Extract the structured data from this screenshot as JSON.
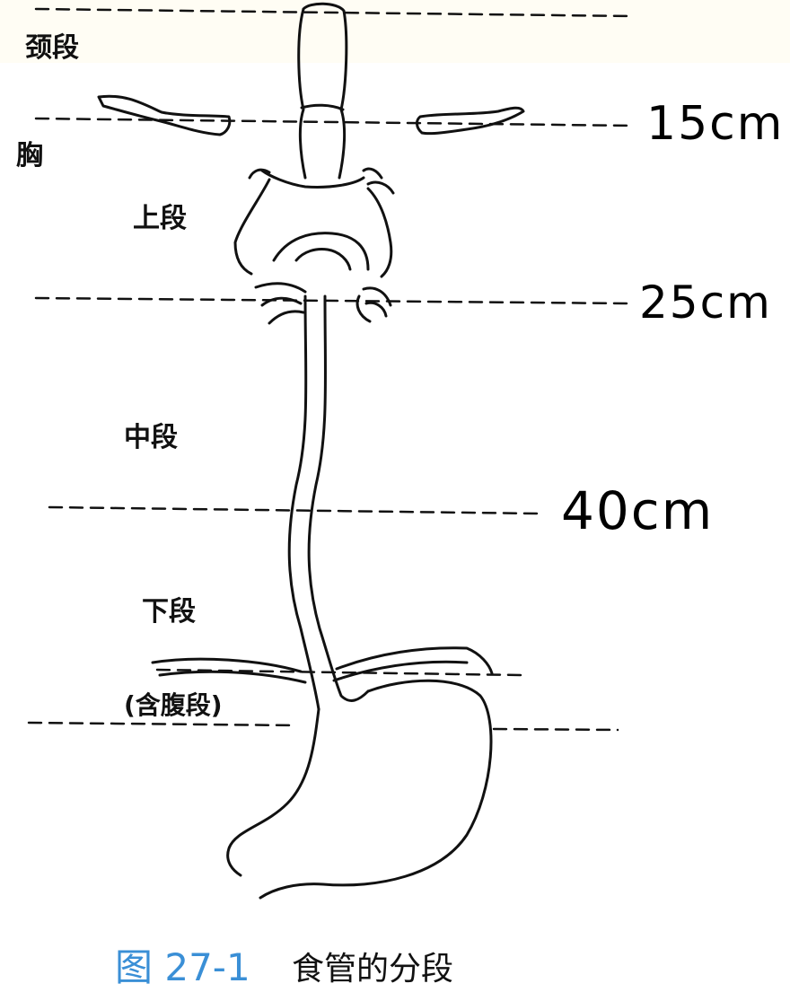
{
  "labels": {
    "neck": "颈段",
    "thorax": "胸",
    "upper": "上段",
    "middle": "中段",
    "lower": "下段",
    "abdominal": "(含腹段)"
  },
  "measurements": {
    "m15": "15cm",
    "m25": "25cm",
    "m40": "40cm"
  },
  "caption": {
    "number": "图 27-1",
    "title": "食管的分段"
  }
}
